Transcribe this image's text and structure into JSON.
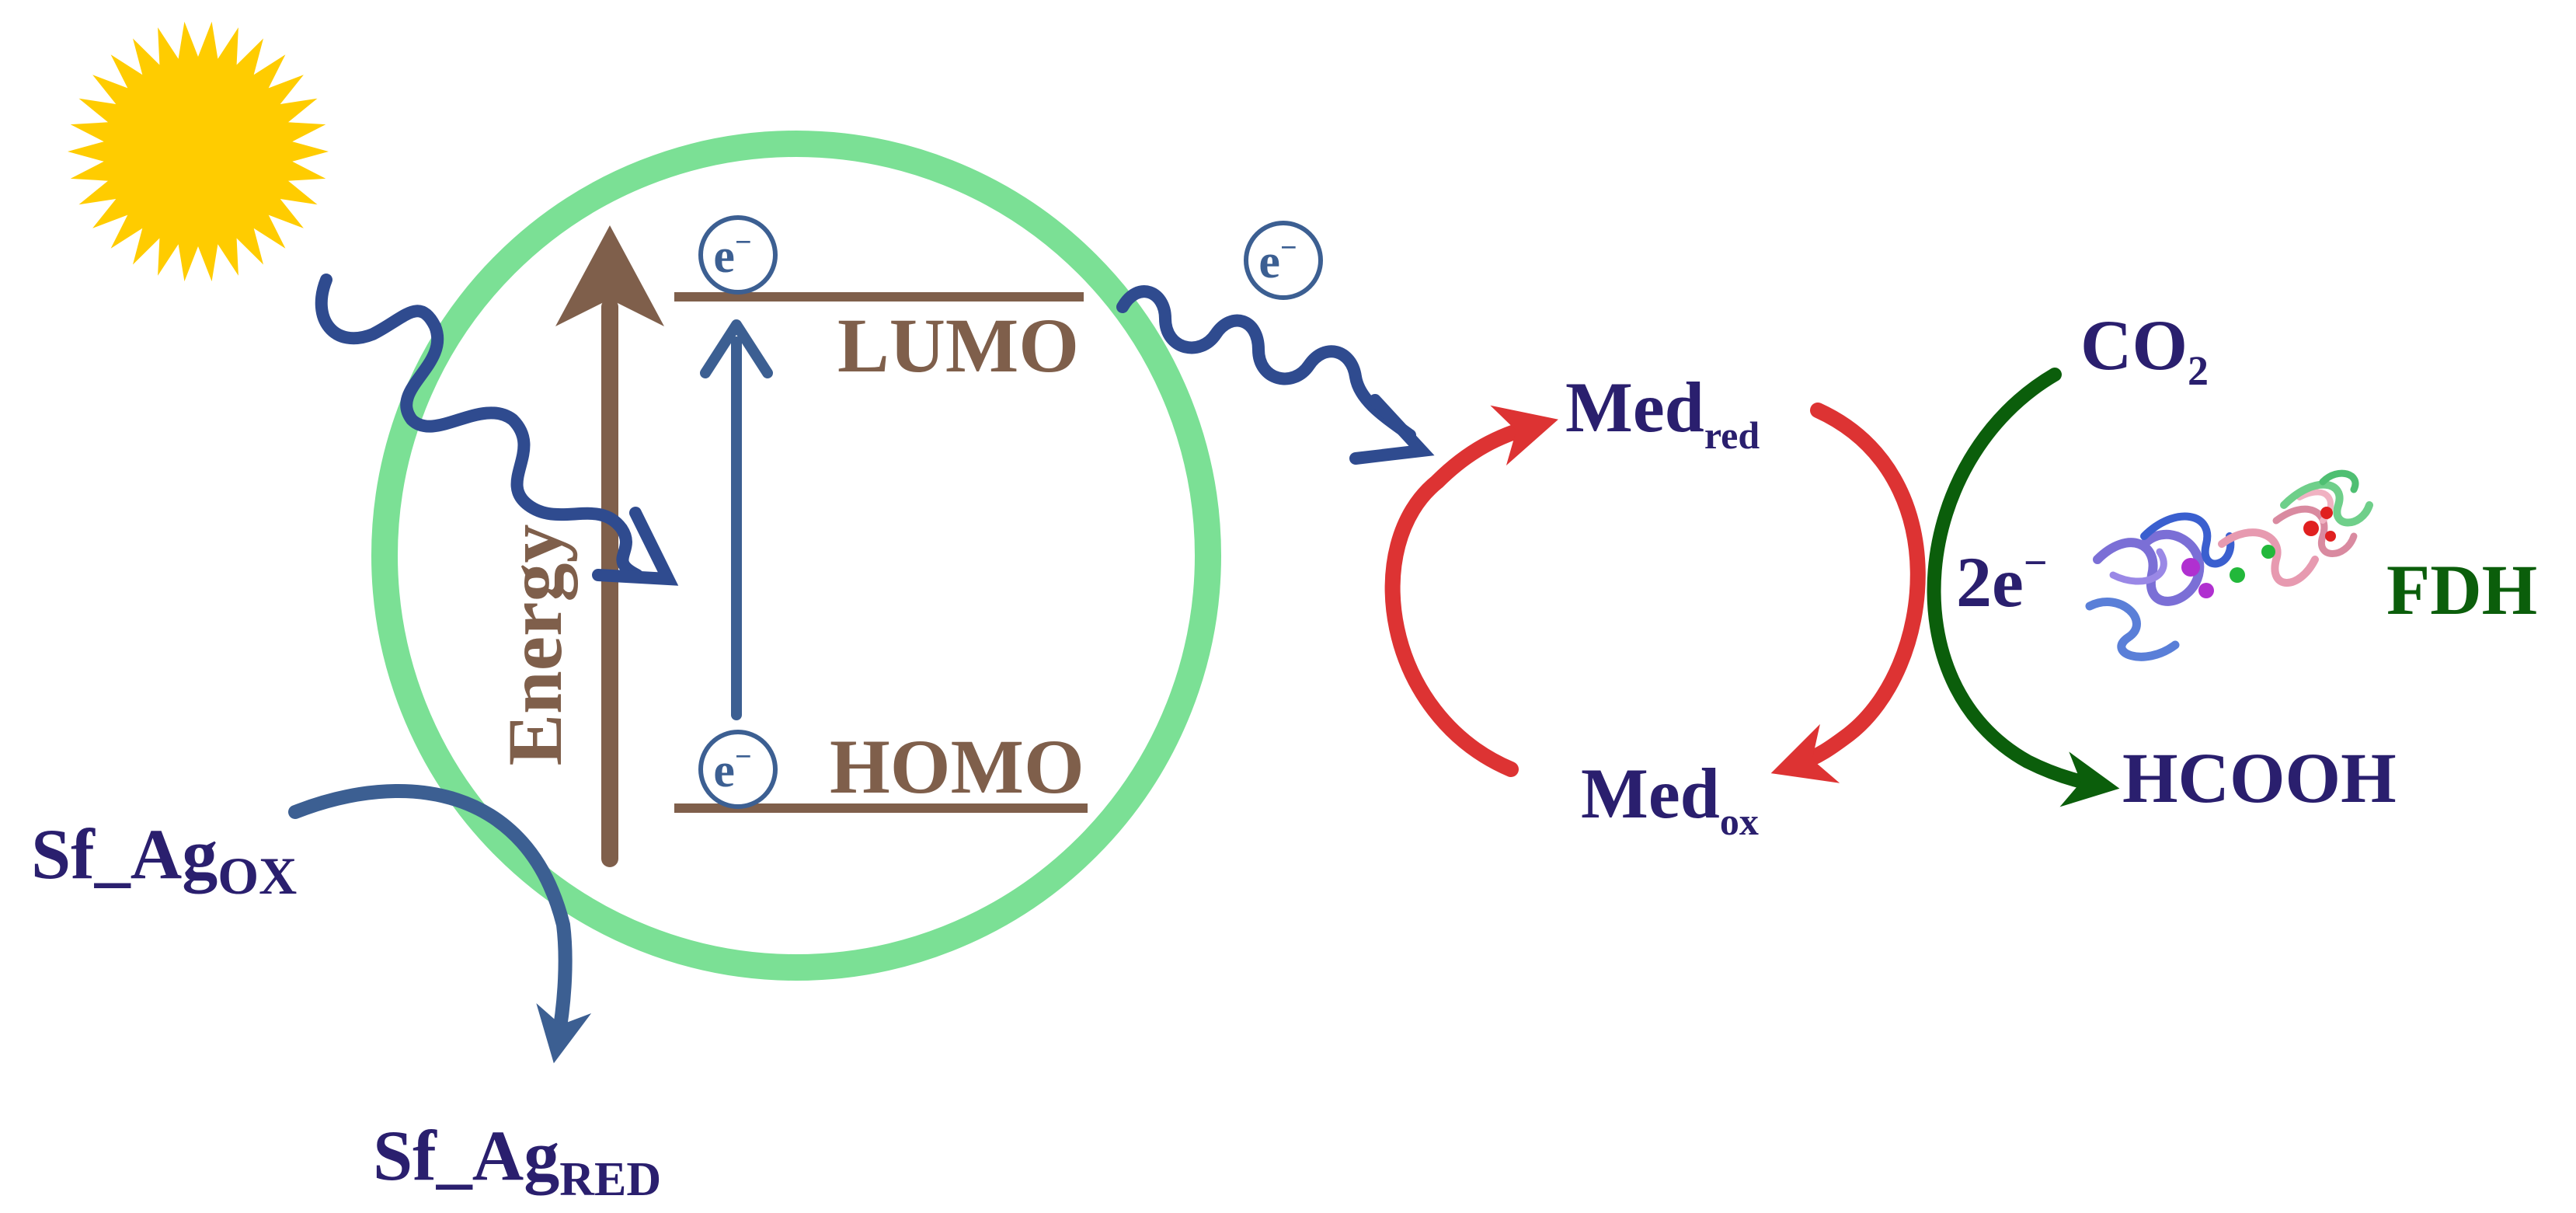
{
  "colors": {
    "sun": "#ffcc00",
    "circle": "#7be095",
    "brown": "#7f5f4b",
    "blue": "#2f4b8f",
    "steel_blue": "#3c5f92",
    "red": "#dd3333",
    "green": "#0b5e0b",
    "navy_text": "#2a1f6e"
  },
  "levels": {
    "lumo": "LUMO",
    "homo": "HOMO"
  },
  "energy_label": "Energy",
  "electron": {
    "base": "e",
    "sup": "−"
  },
  "sacrificial": {
    "ox_base": "Sf_Ag",
    "ox_sub": "OX",
    "red_base": "Sf_Ag",
    "red_sub": "RED"
  },
  "mediator": {
    "red_base": "Med",
    "red_sub": "red",
    "ox_base": "Med",
    "ox_sub": "ox"
  },
  "co2": {
    "base": "CO",
    "sub": "2"
  },
  "two_e": {
    "base": "2e",
    "sup": "−"
  },
  "fdh": "FDH",
  "hcooh": "HCOOH",
  "icons": [
    "sun-icon",
    "photon-wave-icon",
    "enzyme-structure-icon"
  ]
}
